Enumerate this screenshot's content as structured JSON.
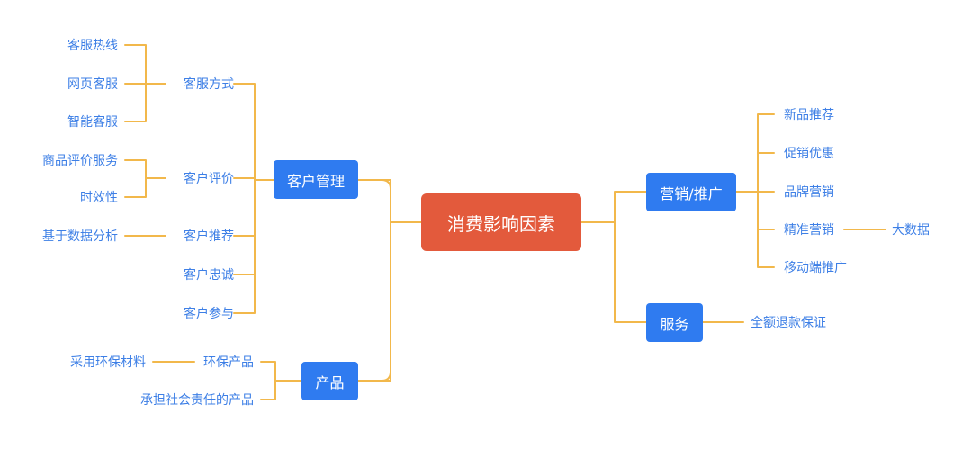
{
  "root": {
    "label": "消费影响因素"
  },
  "left": {
    "customer_mgmt": {
      "label": "客户管理",
      "service_mode": {
        "label": "客服方式",
        "children": [
          "客服热线",
          "网页客服",
          "智能客服"
        ]
      },
      "evaluation": {
        "label": "客户评价",
        "children": [
          "商品评价服务",
          "时效性"
        ]
      },
      "recommend": {
        "label": "客户推荐",
        "children": [
          "基于数据分析"
        ]
      },
      "loyalty": {
        "label": "客户忠诚"
      },
      "participation": {
        "label": "客户参与"
      }
    },
    "product": {
      "label": "产品",
      "eco": {
        "label": "环保产品",
        "children": [
          "采用环保材料"
        ]
      },
      "social": {
        "label": "承担社会责任的产品"
      }
    }
  },
  "right": {
    "marketing": {
      "label": "营销/推广",
      "children": [
        "新品推荐",
        "促销优惠",
        "品牌营销",
        "精准营销",
        "移动端推广"
      ],
      "precision_child": "大数据"
    },
    "service": {
      "label": "服务",
      "children": [
        "全额退款保证"
      ]
    }
  },
  "colors": {
    "root": "#E35A3C",
    "main": "#2F7BF0",
    "text": "#3D7FE6",
    "line": "#F2B84B"
  }
}
